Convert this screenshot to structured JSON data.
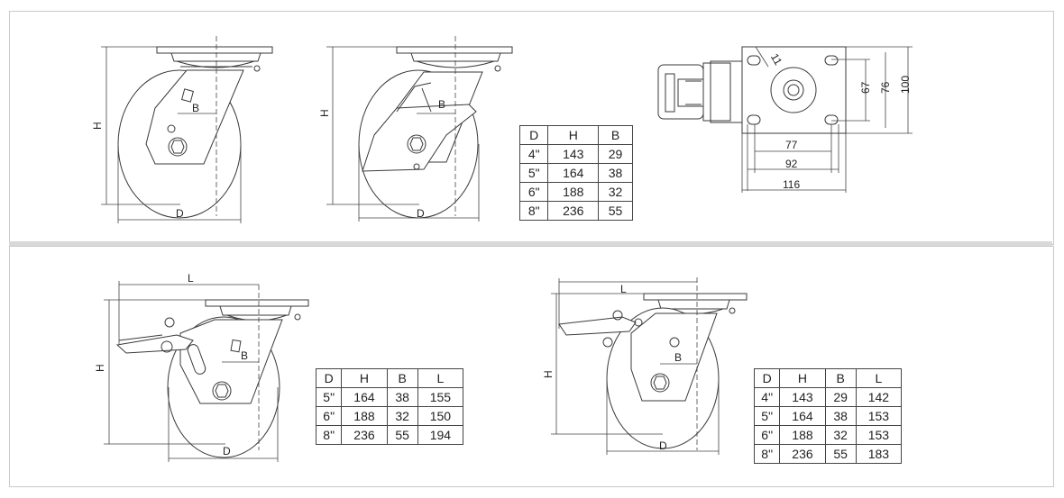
{
  "top_left_caster": {
    "height_label": "H",
    "offset_label": "B",
    "diameter_label": "D"
  },
  "top_mid_caster": {
    "height_label": "H",
    "offset_label": "B",
    "diameter_label": "D"
  },
  "plate": {
    "hole_label": "11",
    "dims": [
      "67",
      "76",
      "100",
      "77",
      "92",
      "116"
    ]
  },
  "table1": {
    "headers": [
      "D",
      "H",
      "B"
    ],
    "rows": [
      [
        "4\"",
        "143",
        "29"
      ],
      [
        "5\"",
        "164",
        "38"
      ],
      [
        "6\"",
        "188",
        "32"
      ],
      [
        "8\"",
        "236",
        "55"
      ]
    ]
  },
  "bottom_left_caster": {
    "length_label": "L",
    "height_label": "H",
    "offset_label": "B",
    "diameter_label": "D"
  },
  "table2": {
    "headers": [
      "D",
      "H",
      "B",
      "L"
    ],
    "rows": [
      [
        "5\"",
        "164",
        "38",
        "155"
      ],
      [
        "6\"",
        "188",
        "32",
        "150"
      ],
      [
        "8\"",
        "236",
        "55",
        "194"
      ]
    ]
  },
  "bottom_right_caster": {
    "length_label": "L",
    "height_label": "H",
    "offset_label": "B",
    "diameter_label": "D"
  },
  "table3": {
    "headers": [
      "D",
      "H",
      "B",
      "L"
    ],
    "rows": [
      [
        "4\"",
        "143",
        "29",
        "142"
      ],
      [
        "5\"",
        "164",
        "38",
        "153"
      ],
      [
        "6\"",
        "188",
        "32",
        "153"
      ],
      [
        "8\"",
        "236",
        "55",
        "183"
      ]
    ]
  }
}
